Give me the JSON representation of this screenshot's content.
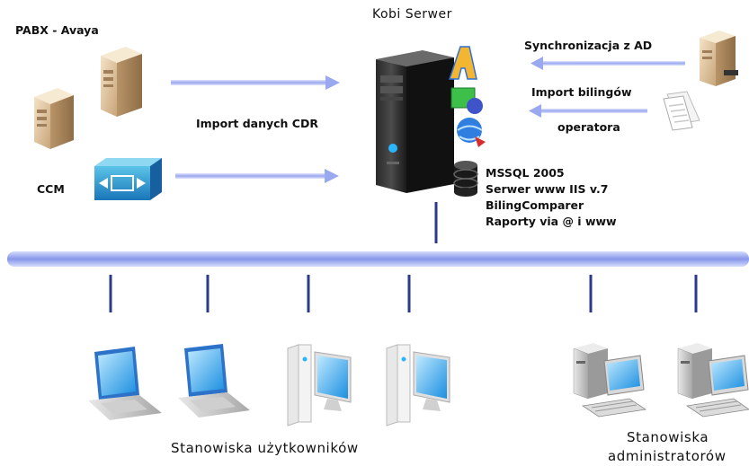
{
  "server": {
    "title": "Kobi Serwer",
    "features": [
      "MSSQL 2005",
      "Serwer www IIS v.7",
      "BilingComparer",
      "Raporty via @ i www"
    ]
  },
  "sources": {
    "pabx_label": "PABX - Avaya",
    "ccm_label": "CCM",
    "import_cdr_label": "Import danych CDR"
  },
  "right": {
    "ad_sync_label": "Synchronizacja z AD",
    "import_billing_line1": "Import bilingów",
    "import_billing_line2": "operatora"
  },
  "groups": {
    "users_label": "Stanowiska użytkowników",
    "admins_line1": "Stanowiska",
    "admins_line2": "administratorów"
  },
  "colors": {
    "bus": "#b8c4f4",
    "arrow": "#9aa8f0",
    "connector": "#2b3a8f"
  },
  "icons": {
    "pabx": "server-tower-icon",
    "ccm": "cisco-callmanager-icon",
    "server": "server-tower-icon",
    "ad": "server-tower-icon",
    "billing": "document-icon",
    "db": "database-icon",
    "user_station": [
      "laptop-icon",
      "laptop-icon",
      "desktop-pc-icon",
      "desktop-pc-icon"
    ],
    "admin_station": [
      "desktop-pc-icon",
      "desktop-pc-icon"
    ]
  }
}
